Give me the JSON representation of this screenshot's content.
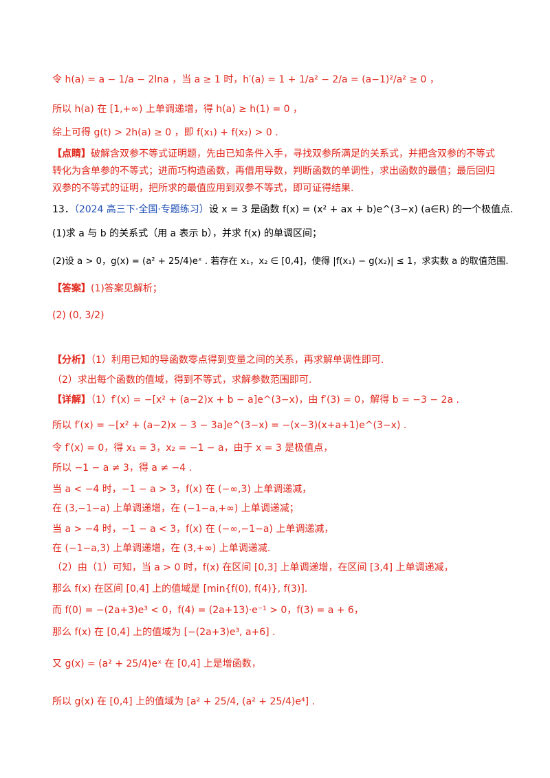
{
  "lines": {
    "l1": "令 h(a) = a − 1/a − 2lna ，当 a ≥ 1 时，h′(a) = 1 + 1/a² − 2/a = (a−1)²/a² ≥ 0 ，",
    "l2": "所以 h(a) 在 [1,+∞) 上单调递增，得 h(a) ≥ h(1) = 0 ，",
    "l3": "综上可得 g(t) > 2h(a) ≥ 0 ，即 f(x₁) + f(x₂) > 0 .",
    "l4_tag": "【点睛】",
    "l4": "破解含双参不等式证明题，先由已知条件入手，寻找双参所满足的关系式，并把含双参的不等式",
    "l5": "转化为含单参的不等式；进而巧构造函数，再借用导数，判断函数的单调性，求出函数的最值；最后回归",
    "l6": "双参的不等式的证明，把所求的最值应用到双参不等式，即可证得结果.",
    "q13_num": "13．",
    "q13_src": "（2024 高三下·全国·专题练习）",
    "q13_text": "设 x = 3 是函数 f(x) = (x² + ax + b)e^(3−x) (a∈R) 的一个极值点.",
    "q13_p1": "(1)求 a 与 b 的关系式（用 a 表示 b），并求 f(x) 的单调区间；",
    "q13_p2": "(2)设 a > 0，g(x) = (a² + 25/4)eˣ . 若存在 x₁，x₂ ∈ [0,4]，使得 |f(x₁) − g(x₂)| ≤ 1，求实数 a 的取值范围.",
    "ans_tag": "【答案】",
    "ans_1": "(1)答案见解析；",
    "ans_2": "(2) (0, 3/2)",
    "an_tag": "【分析】",
    "an_1": "（1）利用已知的导函数零点得到变量之间的关系，再求解单调性即可.",
    "an_2": "（2）求出每个函数的值域，得到不等式，求解参数范围即可.",
    "de_tag": "【详解】",
    "de_1": "（1）f′(x) = −[x² + (a−2)x + b − a]e^(3−x)，由 f′(3) = 0，解得 b = −3 − 2a .",
    "de_2": "所以 f′(x) = −[x² + (a−2)x − 3 − 3a]e^(3−x) = −(x−3)(x+a+1)e^(3−x) .",
    "de_3": "令 f′(x) = 0，得 x₁ = 3，x₂ = −1 − a，由于 x = 3 是极值点，",
    "de_4": "所以 −1 − a ≠ 3，得 a ≠ −4 .",
    "de_5": "当 a < −4 时，−1 − a > 3，f(x) 在 (−∞,3) 上单调递减，",
    "de_6": "在 (3,−1−a) 上单调递增，在 (−1−a,+∞) 上单调递减；",
    "de_7": "当 a > −4 时，−1 − a < 3，f(x) 在 (−∞,−1−a) 上单调递减，",
    "de_8": "在 (−1−a,3) 上单调递增，在 (3,+∞) 上单调递减.",
    "de_9": "（2）由（1）可知，当 a > 0 时，f(x) 在区间 [0,3] 上单调递增，在区间 [3,4] 上单调递减，",
    "de_10": "那么 f(x) 在区间 [0,4] 上的值域是 [min{f(0), f(4)}, f(3)].",
    "de_11": "而 f(0) = −(2a+3)e³ < 0，f(4) = (2a+13)·e⁻¹ > 0，f(3) = a + 6，",
    "de_12": "那么 f(x) 在 [0,4] 上的值域为 [−(2a+3)e³, a+6] .",
    "de_13": "又 g(x) = (a² + 25/4)eˣ 在 [0,4] 上是增函数，",
    "de_14": "所以 g(x) 在 [0,4] 上的值域为 [a² + 25/4, (a² + 25/4)e⁴] ."
  },
  "colors": {
    "red": "#e0261a",
    "blue": "#1f4fb5",
    "black": "#000000"
  }
}
